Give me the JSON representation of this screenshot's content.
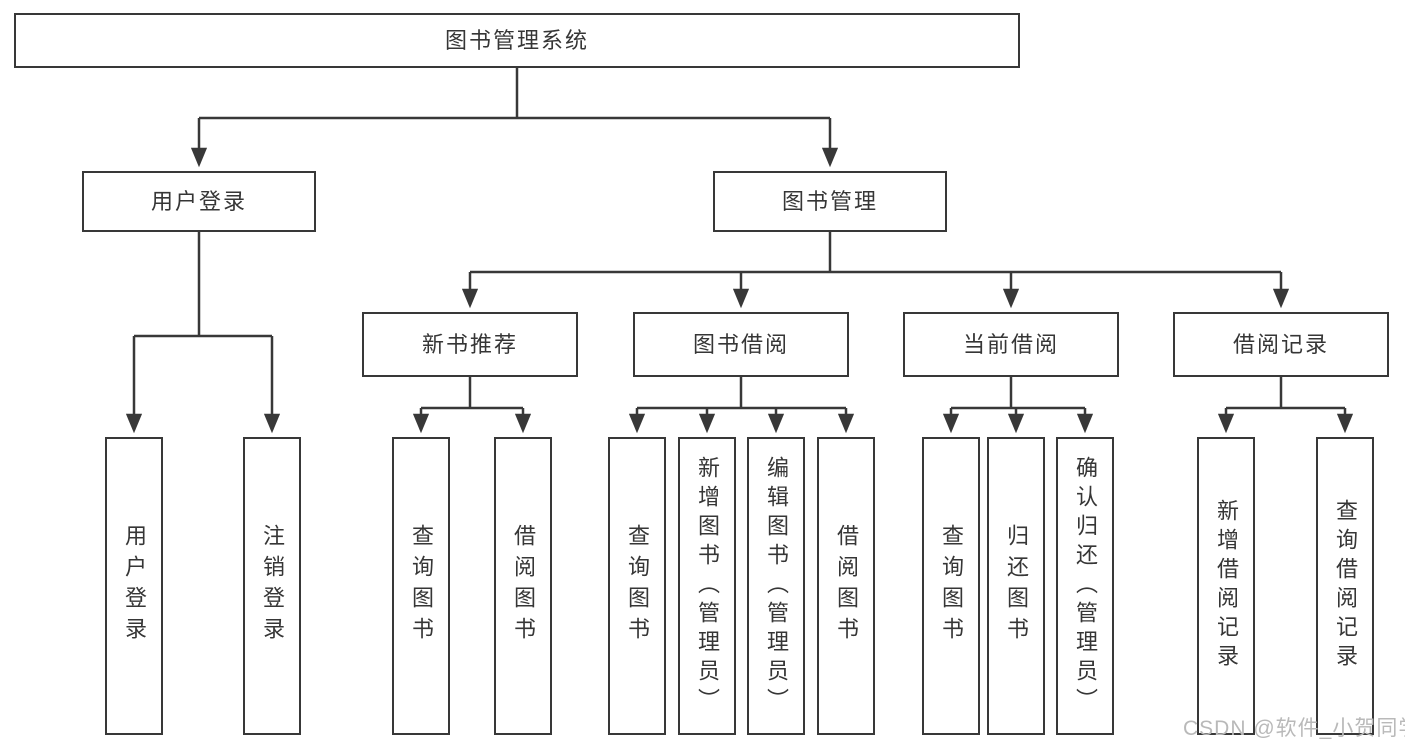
{
  "diagram": {
    "root": "图书管理系统",
    "level1": [
      "用户登录",
      "图书管理"
    ],
    "level2": [
      "新书推荐",
      "图书借阅",
      "当前借阅",
      "借阅记录"
    ],
    "leaves": [
      "用户登录",
      "注销登录",
      "查询图书",
      "借阅图书",
      "查询图书",
      "新增图书（管理员）",
      "编辑图书（管理员）",
      "借阅图书",
      "查询图书",
      "归还图书",
      "确认归还（管理员）",
      "新增借阅记录",
      "查询借阅记录"
    ]
  },
  "watermark": "CSDN @软件_小贺同学",
  "colors": {
    "line": "#383838",
    "box_border": "#383838",
    "text": "#363636",
    "watermark": "#b9b9b9",
    "background": "#ffffff"
  }
}
